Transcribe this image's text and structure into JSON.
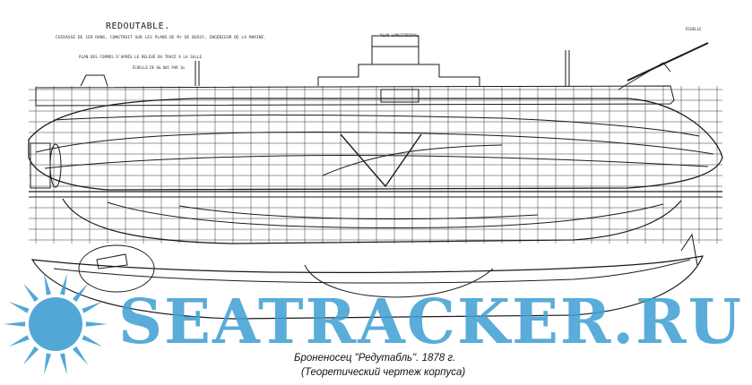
{
  "drawing": {
    "title": "REDOUTABLE.",
    "subtitle": "CUIRASSÉ DE 1ER RANG, CONSTRUIT SUR LES PLANS DE Mr DE BUSSY, INGÉNIEUR DE LA MARINE.",
    "note": "PLAN DES FORMES D'APRÈS LE RELEVÉ DU TRACÉ A LA SALLE",
    "note2": "ÉCHELLE DE 0m 005 PAR 1m",
    "plan_label": "PLAN LONGITUDINAL",
    "scale_label": "ÉCHELLE"
  },
  "watermark": {
    "text": "SEATRACKER.RU",
    "color": "#3f9fd3"
  },
  "caption": {
    "line1": "Броненосец \"Редутабль\". 1878 г.",
    "line2": "(Теоретический чертеж корпуса)"
  },
  "colors": {
    "ink": "#1a1a1a",
    "paper": "#ffffff",
    "brand": "#3f9fd3"
  }
}
